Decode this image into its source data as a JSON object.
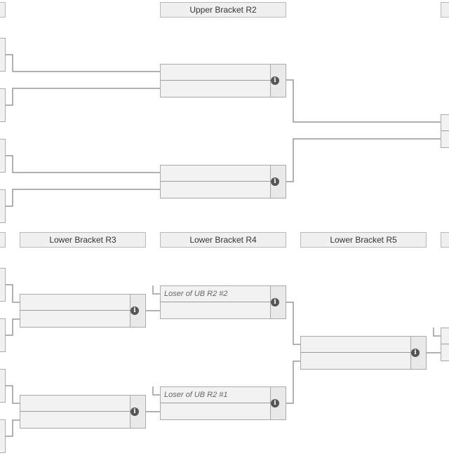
{
  "headers": {
    "upper_r2": "Upper Bracket R2",
    "lower_r3": "Lower Bracket R3",
    "lower_r4": "Lower Bracket R4",
    "lower_r5": "Lower Bracket R5"
  },
  "matches": {
    "lb_r4_m1": {
      "top_label": "Loser of UB R2 #2"
    },
    "lb_r4_m2": {
      "top_label": "Loser of UB R2 #1"
    }
  },
  "icons": {
    "match_info": "info-icon",
    "info_glyph": "i"
  },
  "colors": {
    "header_bg": "#f0f0f0",
    "match_bg": "#f2f2f2",
    "border": "#aaaaaa",
    "connector": "#999999",
    "info_icon": "#555555"
  }
}
